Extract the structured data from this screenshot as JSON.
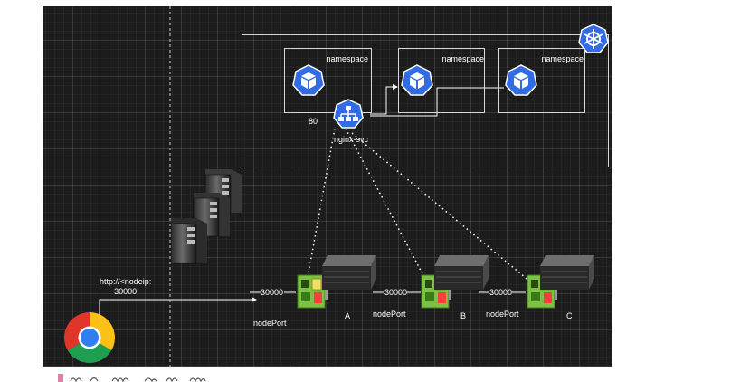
{
  "diagram": {
    "namespaces": [
      {
        "label": "namespace"
      },
      {
        "label": "namespace"
      },
      {
        "label": "namespace"
      }
    ],
    "service": {
      "name": "nginx-svc",
      "port": "80"
    },
    "client": {
      "url_label": "http://<nodeip:\n30000"
    },
    "nodes": [
      {
        "name": "A",
        "port": "30000",
        "port_type": "nodePort"
      },
      {
        "name": "B",
        "port": "30000",
        "port_type": "nodePort"
      },
      {
        "name": "C",
        "port": "30000",
        "port_type": "nodePort"
      }
    ],
    "icons": [
      "kubernetes-logo",
      "pod-cube-icon",
      "service-icon",
      "server-rack-icon",
      "network-card-icon",
      "server-chassis-icon",
      "chrome-browser-icon"
    ],
    "colors": {
      "background": "#1c1c1c",
      "k8s_blue": "#326ce5",
      "line": "#ffffff",
      "nic_green": "#7cc242"
    }
  }
}
